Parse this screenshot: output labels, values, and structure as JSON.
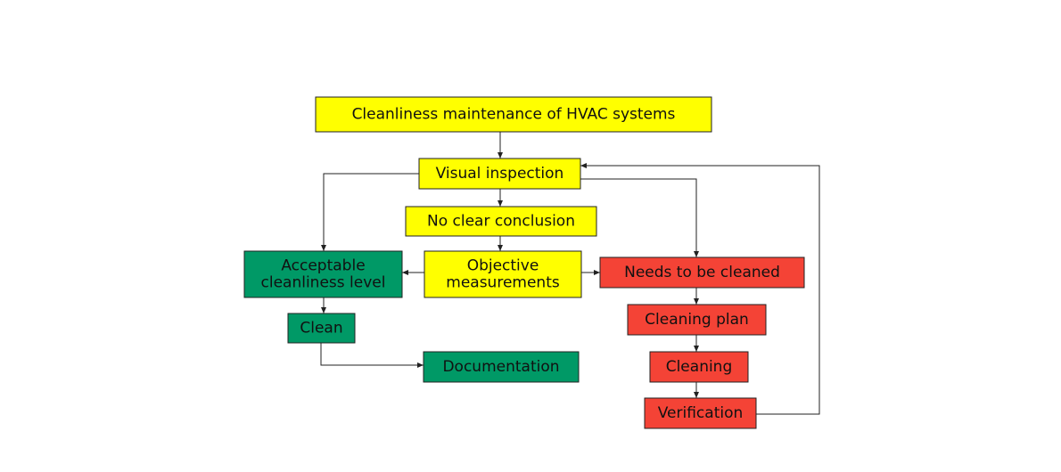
{
  "colors": {
    "yellow": "#ffff00",
    "green": "#009966",
    "red": "#f44336",
    "line": "#222222"
  },
  "nodes": {
    "cleanliness_maintenance": {
      "lines": [
        "Cleanliness maintenance of HVAC systems"
      ],
      "fill": "yellow"
    },
    "visual_inspection": {
      "lines": [
        "Visual inspection"
      ],
      "fill": "yellow"
    },
    "no_clear_conclusion": {
      "lines": [
        "No clear conclusion"
      ],
      "fill": "yellow"
    },
    "objective_measurements": {
      "lines": [
        "Objective",
        "measurements"
      ],
      "fill": "yellow"
    },
    "acceptable_cleanliness": {
      "lines": [
        "Acceptable",
        "cleanliness level"
      ],
      "fill": "green"
    },
    "clean": {
      "lines": [
        "Clean"
      ],
      "fill": "green"
    },
    "documentation": {
      "lines": [
        "Documentation"
      ],
      "fill": "green"
    },
    "needs_to_be_cleaned": {
      "lines": [
        "Needs to be cleaned"
      ],
      "fill": "red"
    },
    "cleaning_plan": {
      "lines": [
        "Cleaning plan"
      ],
      "fill": "red"
    },
    "cleaning": {
      "lines": [
        "Cleaning"
      ],
      "fill": "red"
    },
    "verification": {
      "lines": [
        "Verification"
      ],
      "fill": "red"
    }
  },
  "edges": [
    {
      "from": "cleanliness_maintenance",
      "to": "visual_inspection"
    },
    {
      "from": "visual_inspection",
      "to": "no_clear_conclusion"
    },
    {
      "from": "visual_inspection",
      "to": "acceptable_cleanliness"
    },
    {
      "from": "visual_inspection",
      "to": "needs_to_be_cleaned"
    },
    {
      "from": "no_clear_conclusion",
      "to": "objective_measurements"
    },
    {
      "from": "objective_measurements",
      "to": "acceptable_cleanliness"
    },
    {
      "from": "objective_measurements",
      "to": "needs_to_be_cleaned"
    },
    {
      "from": "acceptable_cleanliness",
      "to": "clean"
    },
    {
      "from": "clean",
      "to": "documentation"
    },
    {
      "from": "needs_to_be_cleaned",
      "to": "cleaning_plan"
    },
    {
      "from": "cleaning_plan",
      "to": "cleaning"
    },
    {
      "from": "cleaning",
      "to": "verification"
    },
    {
      "from": "verification",
      "to": "visual_inspection"
    }
  ]
}
